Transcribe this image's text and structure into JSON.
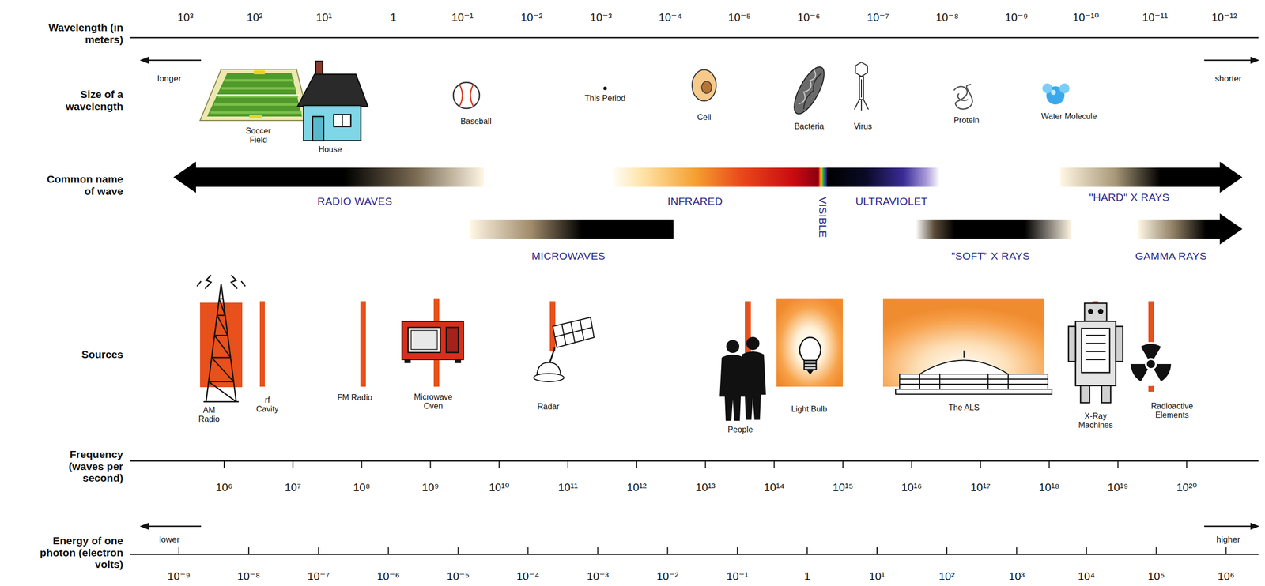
{
  "diagram": {
    "nodes": [
      {
        "text": [
          "RADIO WAVES"
        ]
      },
      {
        "text": [
          "INFRARED"
        ]
      },
      {
        "text": [
          "VISIBLE"
        ]
      },
      {
        "text": [
          "ULTRAVIOLET"
        ]
      },
      {
        "text": [
          "\"HARD\" X RAYS"
        ]
      },
      {
        "text": [
          "MICROWAVES"
        ]
      },
      {
        "text": [
          "\"SOFT\" X RAYS"
        ]
      },
      {
        "text": [
          "GAMMA RAYS"
        ]
      }
    ],
    "labels": [
      "Wavelength (in meters)",
      "10³",
      "10²",
      "10¹",
      "1",
      "10⁻¹",
      "10⁻²",
      "10⁻³",
      "10⁻⁴",
      "10⁻⁵",
      "10⁻⁶",
      "10⁻⁷",
      "10⁻⁸",
      "10⁻⁹",
      "10⁻¹⁰",
      "10⁻¹¹",
      "10⁻¹²",
      "longer",
      "shorter",
      "Size of a wavelength",
      "Soccer Field",
      "House",
      "Baseball",
      "This Period",
      "Cell",
      "Bacteria",
      "Virus",
      "Protein",
      "Water Molecule",
      "Common name of wave",
      "Sources",
      "AM Radio",
      "rf Cavity",
      "FM Radio",
      "Microwave Oven",
      "Radar",
      "People",
      "Light Bulb",
      "The ALS",
      "X-Ray Machines",
      "Radioactive Elements",
      "Frequency (waves per second)",
      "10⁶",
      "10⁷",
      "10⁸",
      "10⁹",
      "10¹⁰",
      "10¹¹",
      "10¹²",
      "10¹³",
      "10¹⁴",
      "10¹⁵",
      "10¹⁶",
      "10¹⁷",
      "10¹⁸",
      "10¹⁹",
      "10²⁰",
      "Energy of one photon (electron volts)",
      "lower",
      "higher",
      "10⁻⁹",
      "10⁻⁸",
      "10⁻⁷",
      "10⁻⁶",
      "10⁻⁵",
      "10⁻⁴",
      "10⁻³",
      "10⁻²",
      "10⁻¹",
      "1",
      "10¹",
      "10²",
      "10³",
      "10⁴",
      "10⁵",
      "10⁶"
    ]
  }
}
